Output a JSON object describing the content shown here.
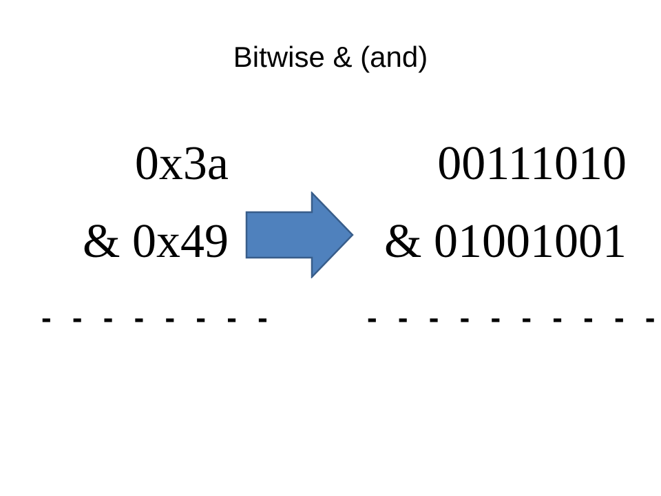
{
  "slide": {
    "title": "Bitwise & (and)"
  },
  "left_column": {
    "line1": "0x3a",
    "line2": "& 0x49",
    "separator": "- - - - - - - -"
  },
  "right_column": {
    "line1": "00111010",
    "line2": "& 01001001",
    "separator": "- - - - - - - - - - -"
  },
  "arrow": {
    "icon": "right-arrow-icon",
    "fill_color": "#4f81bd",
    "stroke_color": "#385d8a"
  }
}
